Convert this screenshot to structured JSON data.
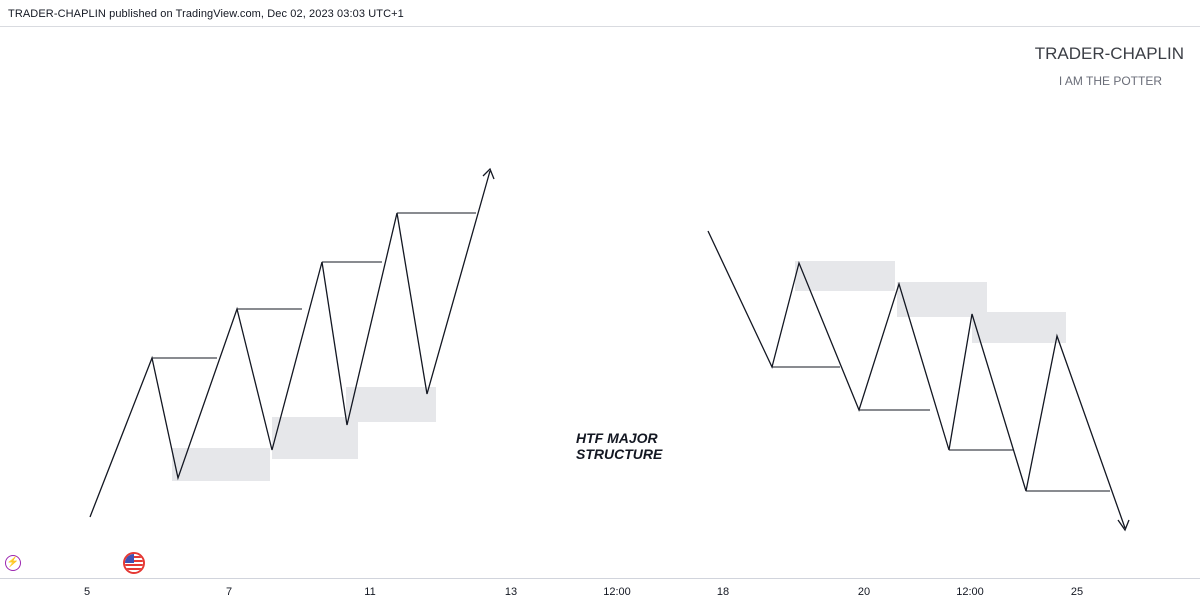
{
  "header": {
    "published_line": "TRADER-CHAPLIN published on TradingView.com, Dec 02, 2023 03:03 UTC+1"
  },
  "watermark": {
    "title": "TRADER-CHAPLIN",
    "subtitle": "I AM THE POTTER"
  },
  "annotation": {
    "line1": "HTF MAJOR",
    "line2": "STRUCTURE"
  },
  "time_axis": {
    "ticks": [
      "5",
      "7",
      "11",
      "13",
      "12:00",
      "18",
      "20",
      "12:00",
      "25"
    ]
  },
  "icons": {
    "event": "lightning-icon",
    "economic": "us-flag-icon"
  },
  "colors": {
    "line": "#131722",
    "zone": "#e6e7ea",
    "event_icon": "#9c27b0",
    "flag_border": "#e53935"
  }
}
